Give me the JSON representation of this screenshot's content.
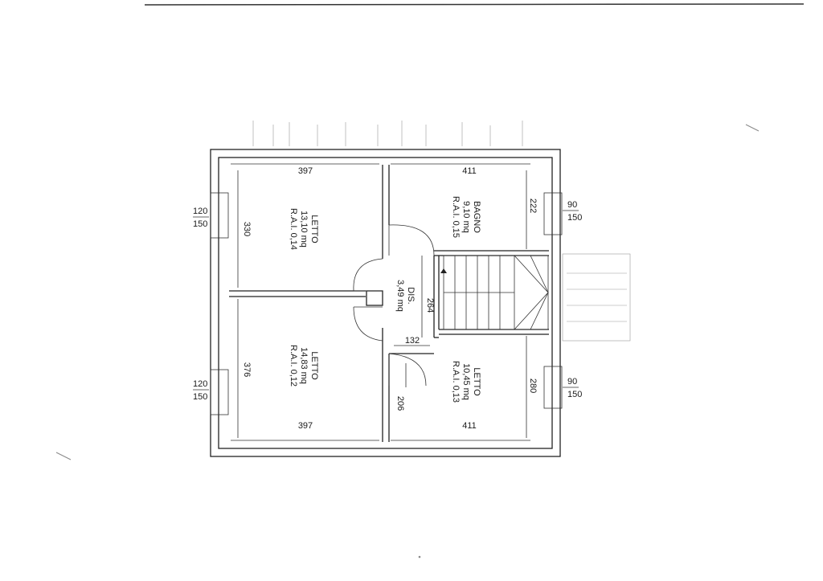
{
  "rooms": {
    "letto_top_left": {
      "name": "LETTO",
      "area": "13,10 mq",
      "rai": "R.A.I. 0,14"
    },
    "bagno": {
      "name": "BAGNO",
      "area": "9,10 mq",
      "rai": "R.A.I. 0,15"
    },
    "letto_bottom_left": {
      "name": "LETTO",
      "area": "14,83 mq",
      "rai": "R.A.I. 0,12"
    },
    "letto_bottom_right": {
      "name": "LETTO",
      "area": "10,45 mq",
      "rai": "R.A.I. 0,13"
    },
    "disimpegno": {
      "name": "DIS.",
      "area": "3,49 mq"
    }
  },
  "dimensions": {
    "top_left_width": "397",
    "top_right_width": "411",
    "bottom_left_width": "397",
    "bottom_right_width": "411",
    "top_left_depth": "330",
    "bottom_left_depth": "376",
    "bagno_depth": "222",
    "bottom_right_depth": "280",
    "corridor_length": "264",
    "corridor_width": "132",
    "door_offset": "206"
  },
  "windows": {
    "left_top": {
      "width": "120",
      "height": "150"
    },
    "left_bottom": {
      "width": "120",
      "height": "150"
    },
    "right_top": {
      "width": "90",
      "height": "150"
    },
    "right_bottom": {
      "width": "90",
      "height": "150"
    }
  },
  "colors": {
    "ink": "#222222",
    "paper": "#ffffff"
  }
}
